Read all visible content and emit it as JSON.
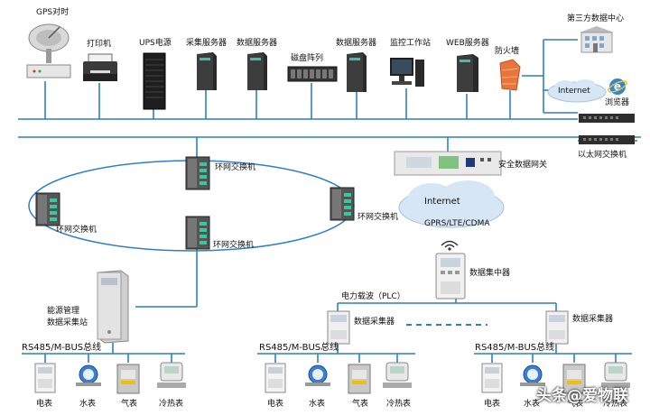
{
  "top_devices": {
    "gps": "GPS对时",
    "printer": "打印机",
    "ups": "UPS电源",
    "collect_server": "采集服务器",
    "data_server_1": "数据服务器",
    "disk_array": "磁盘阵列",
    "data_server_2": "数据服务器",
    "monitor_station": "监控工作站",
    "web_server": "WEB服务器",
    "firewall": "防火墙",
    "third_party": "第三方数据中心",
    "internet_top": "Internet",
    "browser": "浏览器",
    "ethernet_switch": "以太网交换机"
  },
  "middle": {
    "ring_switch_top": "环网交换机",
    "ring_switch_left": "环网交换机",
    "ring_switch_right": "环网交换机",
    "ring_switch_bottom": "环网交换机",
    "security_gateway": "安全数据网关",
    "internet_cloud": "Internet",
    "cloud_protocols": "GPRS/LTE/CDMA",
    "data_concentrator": "数据集中器",
    "power_carrier": "电力载波（PLC）"
  },
  "bottom": {
    "energy_station_line1": "能源管理",
    "energy_station_line2": "数据采集站",
    "collector_1": "数据采集器",
    "collector_2": "数据采集器",
    "bus_1": "RS485/M-BUS总线",
    "bus_2": "RS485/M-BUS总线",
    "bus_3": "RS485/M-BUS总线",
    "meters_1": [
      "电表",
      "水表",
      "气表",
      "冷热表"
    ],
    "meters_2": [
      "电表",
      "水表",
      "气表",
      "冷热表"
    ],
    "meters_3": [
      "电表",
      "水表",
      "气表",
      "冷热表"
    ]
  },
  "watermark": "头条@爱物联",
  "colors": {
    "network_line": "#2f7fc4",
    "firewall": "#e8763a",
    "cloud": "#d6e6f4",
    "device_dark": "#2b2b2b"
  }
}
